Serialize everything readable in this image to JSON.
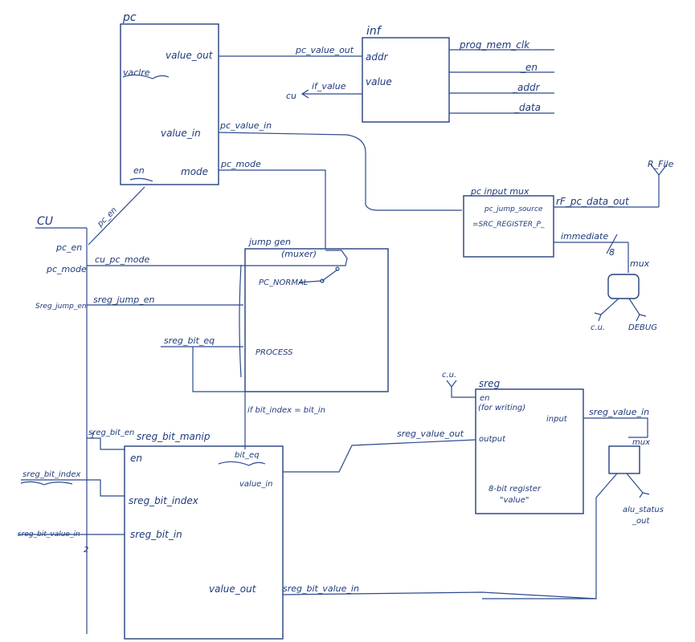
{
  "colors": {
    "ink": "#1f3a7a",
    "paper": "#ffffff"
  },
  "pc": {
    "title": "pc",
    "value_out": "value_out",
    "scribble": "vaclre",
    "value_in": "value_in",
    "mode": "mode",
    "en": "en"
  },
  "inf": {
    "title": "inf",
    "addr": "addr",
    "value": "value",
    "prog_mem_clk": "prog_mem_clk",
    "en": "_en",
    "addr_out": "_addr",
    "data": "_data"
  },
  "wires": {
    "pc_value_out": "pc_value_out",
    "if_value": "if_value",
    "cu_arrow": "cu",
    "pc_value_in": "pc_value_in",
    "pc_mode": "pc_mode",
    "pc_en": "pc_en",
    "cu_pc_mode": "cu_pc_mode",
    "sreg_jump_en": "sreg_jump_en",
    "sreg_bit_eq": "sreg_bit_eq",
    "if_bit_index": "if bit_index = bit_in",
    "sreg_value_out": "sreg_value_out",
    "sreg_value_in": "sreg_value_in",
    "sreg_bit_value_in": "sreg_bit_value_in",
    "sreg_bit_en": "sreg_bit_en"
  },
  "cu": {
    "title": "CU",
    "pc_en": "pc_en",
    "pc_mode": "pc_mode",
    "sreg_jump_en": "Sreg_jump_en",
    "one": "1",
    "sreg_bit_index": "sreg_bit_index",
    "sreg_bit_value_in": "sreg_bit_value_in",
    "two": "2"
  },
  "pc_input_mux": {
    "title": "pc input mux",
    "source": "pc_jump_source",
    "src_register": "=SRC_REGISTER_P_",
    "rf_out": "rF_pc_data_out",
    "rfile": "R_File",
    "immediate": "immediate",
    "eight": "8",
    "mux": "mux",
    "cu": "c.u.",
    "debug": "DEBUG"
  },
  "jump_gen": {
    "title": "jump gen",
    "muxer": "(muxer)",
    "pc_normal": "PC_NORMAL",
    "process": "PROCESS"
  },
  "sreg": {
    "title": "sreg",
    "cu": "c.u.",
    "en": "en",
    "for_writing": "(for writing)",
    "input": "input",
    "output": "output",
    "desc1": "8-bit register",
    "desc2": "\"value\"",
    "mux": "mux",
    "alu": "alu_status",
    "alu2": "_out"
  },
  "manip": {
    "title": "sreg_bit_manip",
    "en": "en",
    "bit_eq": "bit_eq",
    "value_in": "value_in",
    "bit_index": "sreg_bit_index",
    "bit_in": "sreg_bit_in",
    "value_out": "value_out"
  }
}
